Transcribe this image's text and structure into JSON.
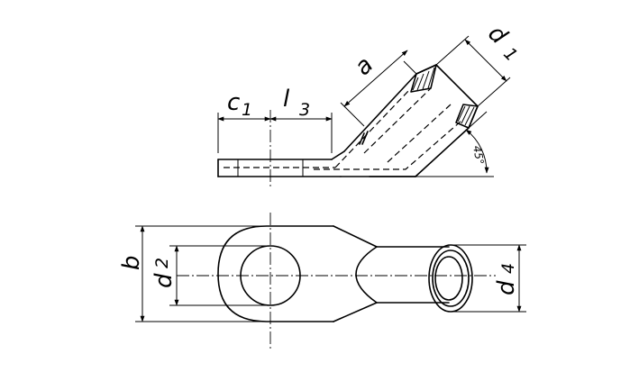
{
  "labels": {
    "c1_main": "c",
    "c1_sub": "1",
    "l3_main": "l",
    "l3_sub": "3",
    "a": "a",
    "d1_main": "d",
    "d1_sub": "1",
    "angle": "45°",
    "b": "b",
    "d2_main": "d",
    "d2_sub": "2",
    "d4_main": "d",
    "d4_sub": "4"
  }
}
